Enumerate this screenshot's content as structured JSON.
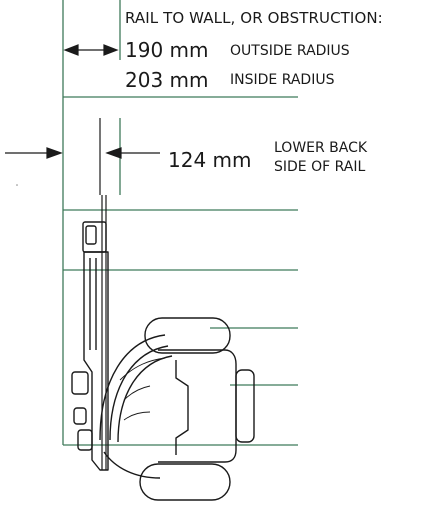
{
  "labels": {
    "header": "RAIL TO WALL, OR OBSTRUCTION:",
    "outside_value": "190 mm",
    "outside_text": "OUTSIDE RADIUS",
    "inside_value": "203 mm",
    "inside_text": "INSIDE RADIUS",
    "lower_value": "124 mm",
    "lower_line1": "LOWER BACK",
    "lower_line2": "SIDE OF RAIL"
  },
  "colors": {
    "wall_line": "#3f7a5a",
    "ink": "#1a1a1a",
    "background": "#ffffff"
  }
}
